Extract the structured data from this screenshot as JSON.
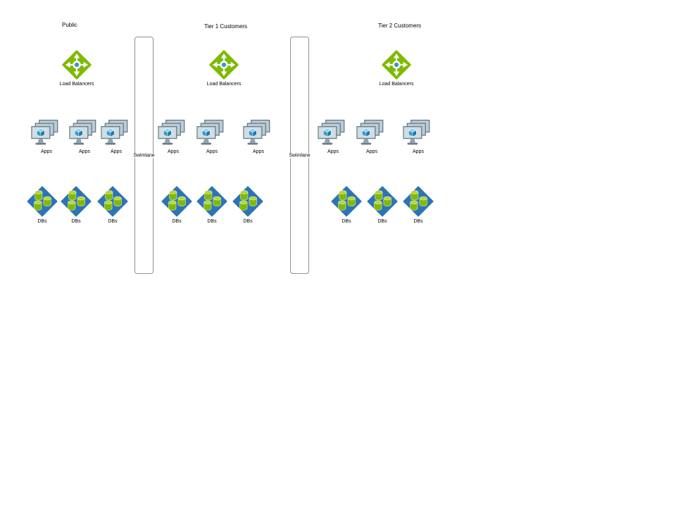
{
  "diagram": {
    "groups": [
      {
        "title": "Public",
        "lb_label": "Load Balancers",
        "apps_labels": [
          "Apps",
          "Apps",
          "Apps"
        ],
        "db_labels": [
          "DBs",
          "DBs",
          "DBs"
        ]
      },
      {
        "title": "Tier 1 Customers",
        "lb_label": "Load Balancers",
        "apps_labels": [
          "Apps",
          "Apps",
          "Apps"
        ],
        "db_labels": [
          "DBs",
          "DBs",
          "DBs"
        ]
      },
      {
        "title": "Tier 2 Customers",
        "lb_label": "Load Balancers",
        "apps_labels": [
          "Apps",
          "Apps",
          "Apps"
        ],
        "db_labels": [
          "DBs",
          "DBs",
          "DBs"
        ]
      }
    ],
    "swimlanes": [
      {
        "label": "Swimlane"
      },
      {
        "label": "Swimlane"
      }
    ],
    "icons": {
      "load_balancer": "load-balancer-icon",
      "apps": "app-server-stack-icon",
      "db": "database-stack-icon"
    },
    "colors": {
      "lb_green": "#7fba00",
      "cube_blue": "#3999c6",
      "cube_blue_dark": "#1e7bb0",
      "cube_blue_light": "#8fd0f0",
      "db_diamond_blue": "#2e74b5",
      "db_cylinder_green": "#7fba00",
      "db_cylinder_top_green": "#b8d432",
      "monitor_frame_grey": "#6f7d85",
      "monitor_screen_grey": "#c3d2da",
      "swimlane_border_grey": "#8f8f8f"
    }
  }
}
